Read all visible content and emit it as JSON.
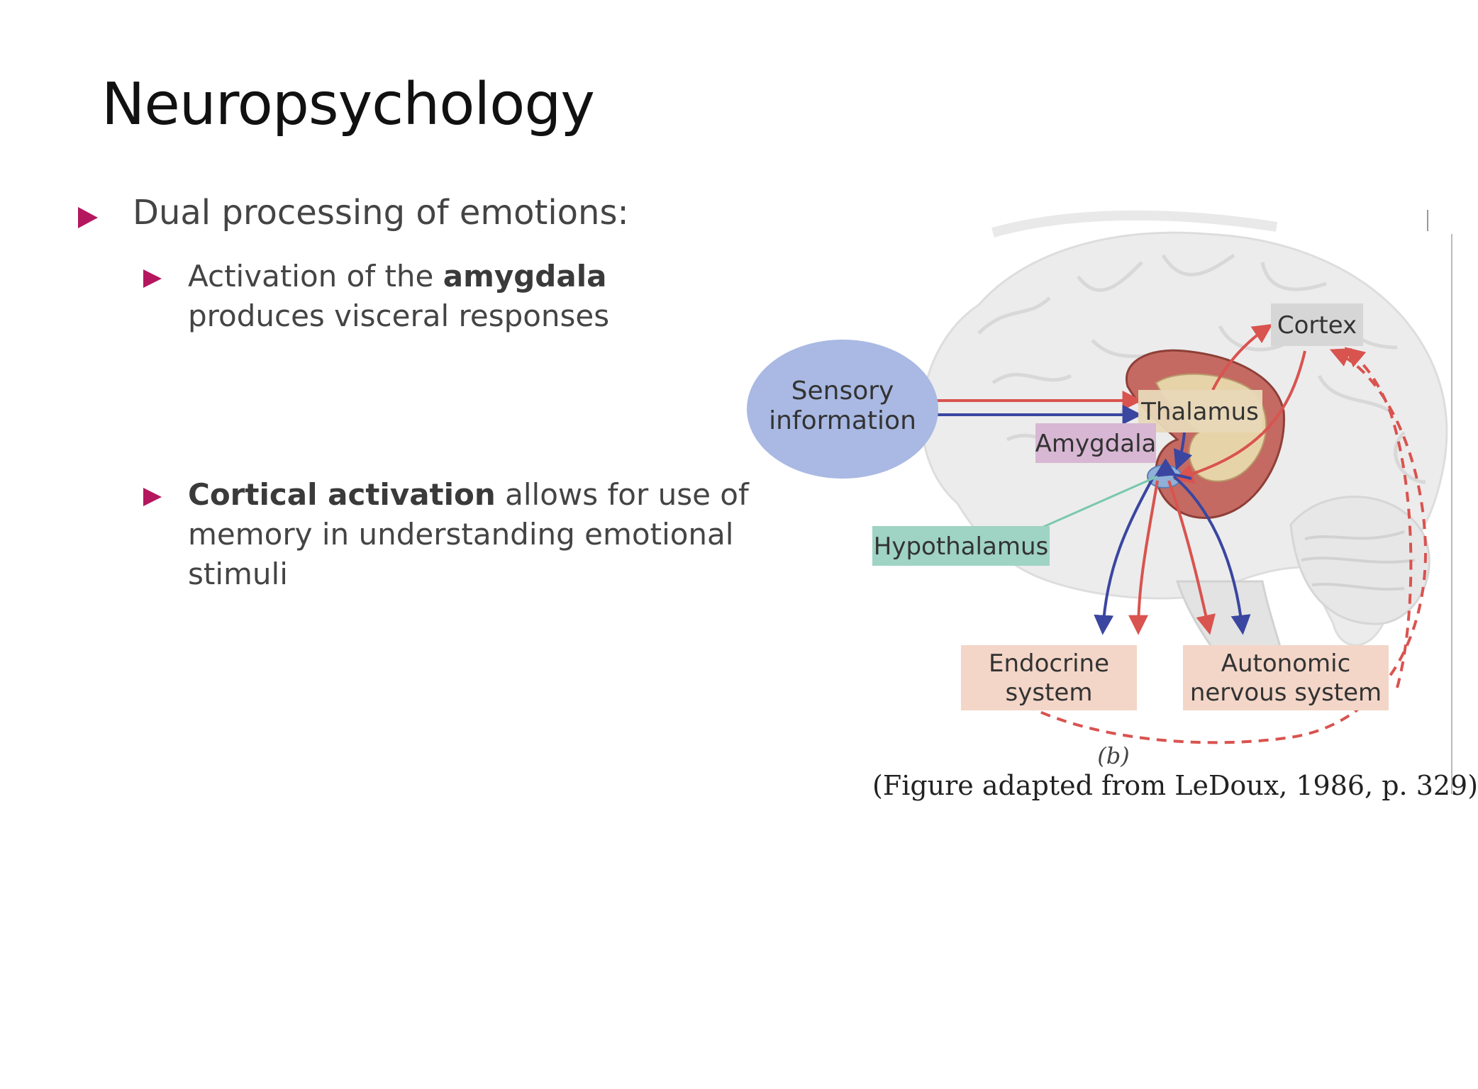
{
  "slide": {
    "title": "Neuropsychology",
    "bullets": {
      "main": "Dual processing of emotions:",
      "sub1": {
        "pre": "Activation of the ",
        "bold": "amygdala",
        "line2": "produces visceral responses"
      },
      "sub2": {
        "bold": "Cortical activation",
        "rest": " allows for use of",
        "line2": "memory in understanding emotional",
        "line3": "stimuli"
      }
    }
  },
  "figure": {
    "labels": {
      "sensory_line1": "Sensory",
      "sensory_line2": "information",
      "cortex": "Cortex",
      "thalamus": "Thalamus",
      "amygdala": "Amygdala",
      "hypothalamus": "Hypothalamus",
      "endocrine_line1": "Endocrine",
      "endocrine_line2": "system",
      "autonomic_line1": "Autonomic",
      "autonomic_line2": "nervous system",
      "panel": "(b)"
    },
    "caption": "(Figure adapted from LeDoux, 1986, p. 329)",
    "colors": {
      "bullet": "#b5175f",
      "sensory": "#a9b9e3",
      "cortex_box": "#d6d6d6",
      "thalamus_box": "#e8d8b8",
      "amygdala_box": "#d7b7d3",
      "hypothalamus_box": "#9fd3c4",
      "output_box": "#f3d6c8",
      "red_path": "#d9534f",
      "blue_path": "#3a46a0",
      "green_path": "#7bc8ad"
    }
  }
}
